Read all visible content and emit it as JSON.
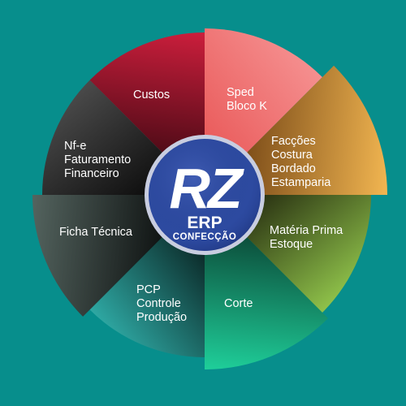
{
  "colors": {
    "background": "#078e8c",
    "hub_fill": "#2d4aa0",
    "hub_ring": "#c8cde0"
  },
  "hub": {
    "logo": "RZ",
    "line1": "ERP",
    "line2": "CONFECÇÃO"
  },
  "segments": [
    {
      "id": "sped",
      "icon": "none",
      "colors": [
        "#f58f8f",
        "#e85454"
      ],
      "lines": [
        "Sped",
        "Bloco K"
      ]
    },
    {
      "id": "faccoes",
      "icon": "none",
      "colors": [
        "#f2b651",
        "#6e4012"
      ],
      "lines": [
        "Facções",
        "Costura",
        "Bordado",
        "Estamparia"
      ]
    },
    {
      "id": "materia",
      "icon": "none",
      "colors": [
        "#8fc24a",
        "#1b1d0a"
      ],
      "lines": [
        "Matéria Prima",
        "Estoque"
      ]
    },
    {
      "id": "corte",
      "icon": "none",
      "colors": [
        "#1fcf9a",
        "#093a2c"
      ],
      "lines": [
        "Corte"
      ]
    },
    {
      "id": "pcp",
      "icon": "none",
      "colors": [
        "#2ea8a3",
        "#061615"
      ],
      "lines": [
        "PCP",
        "Controle",
        "Produção"
      ]
    },
    {
      "id": "ficha",
      "icon": "none",
      "colors": [
        "#54645f",
        "#050707"
      ],
      "lines": [
        "Ficha Técnica"
      ]
    },
    {
      "id": "nfe",
      "icon": "none",
      "colors": [
        "#4a4a4a",
        "#050505"
      ],
      "lines": [
        "Nf-e",
        "Faturamento",
        "Financeiro"
      ]
    },
    {
      "id": "custos",
      "icon": "none",
      "colors": [
        "#cc1e3c",
        "#3b0811"
      ],
      "lines": [
        "Custos"
      ]
    }
  ]
}
